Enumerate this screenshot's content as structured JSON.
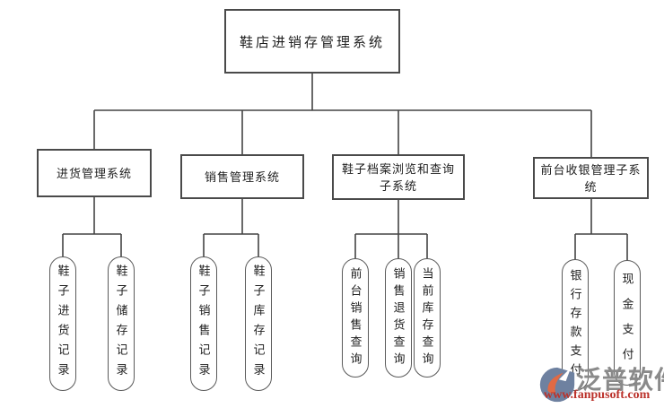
{
  "diagram": {
    "root": "鞋店进销存管理系统",
    "branches": [
      {
        "label": "进货管理系统",
        "children": [
          "鞋子进货记录",
          "鞋子储存记录"
        ]
      },
      {
        "label": "销售管理系统",
        "children": [
          "鞋子销售记录",
          "鞋子库存记录"
        ]
      },
      {
        "label": "鞋子档案浏览和查询子系统",
        "children": [
          "前台销售查询",
          "销售退货查询",
          "当前库存查询"
        ]
      },
      {
        "label": "前台收银管理子系统",
        "children": [
          "银行存款支付",
          "现金支付"
        ]
      }
    ]
  },
  "watermark": {
    "brand": "泛普软件",
    "url": "www.fanpusoft.com"
  },
  "colors": {
    "background": "#ffffff",
    "line": "#444444",
    "text": "#1e1e1e",
    "brand_text": "#8a8a8a",
    "url_text": "#bb322b",
    "logo_slate": "#6e81a0",
    "logo_orange": "#e06a45"
  }
}
